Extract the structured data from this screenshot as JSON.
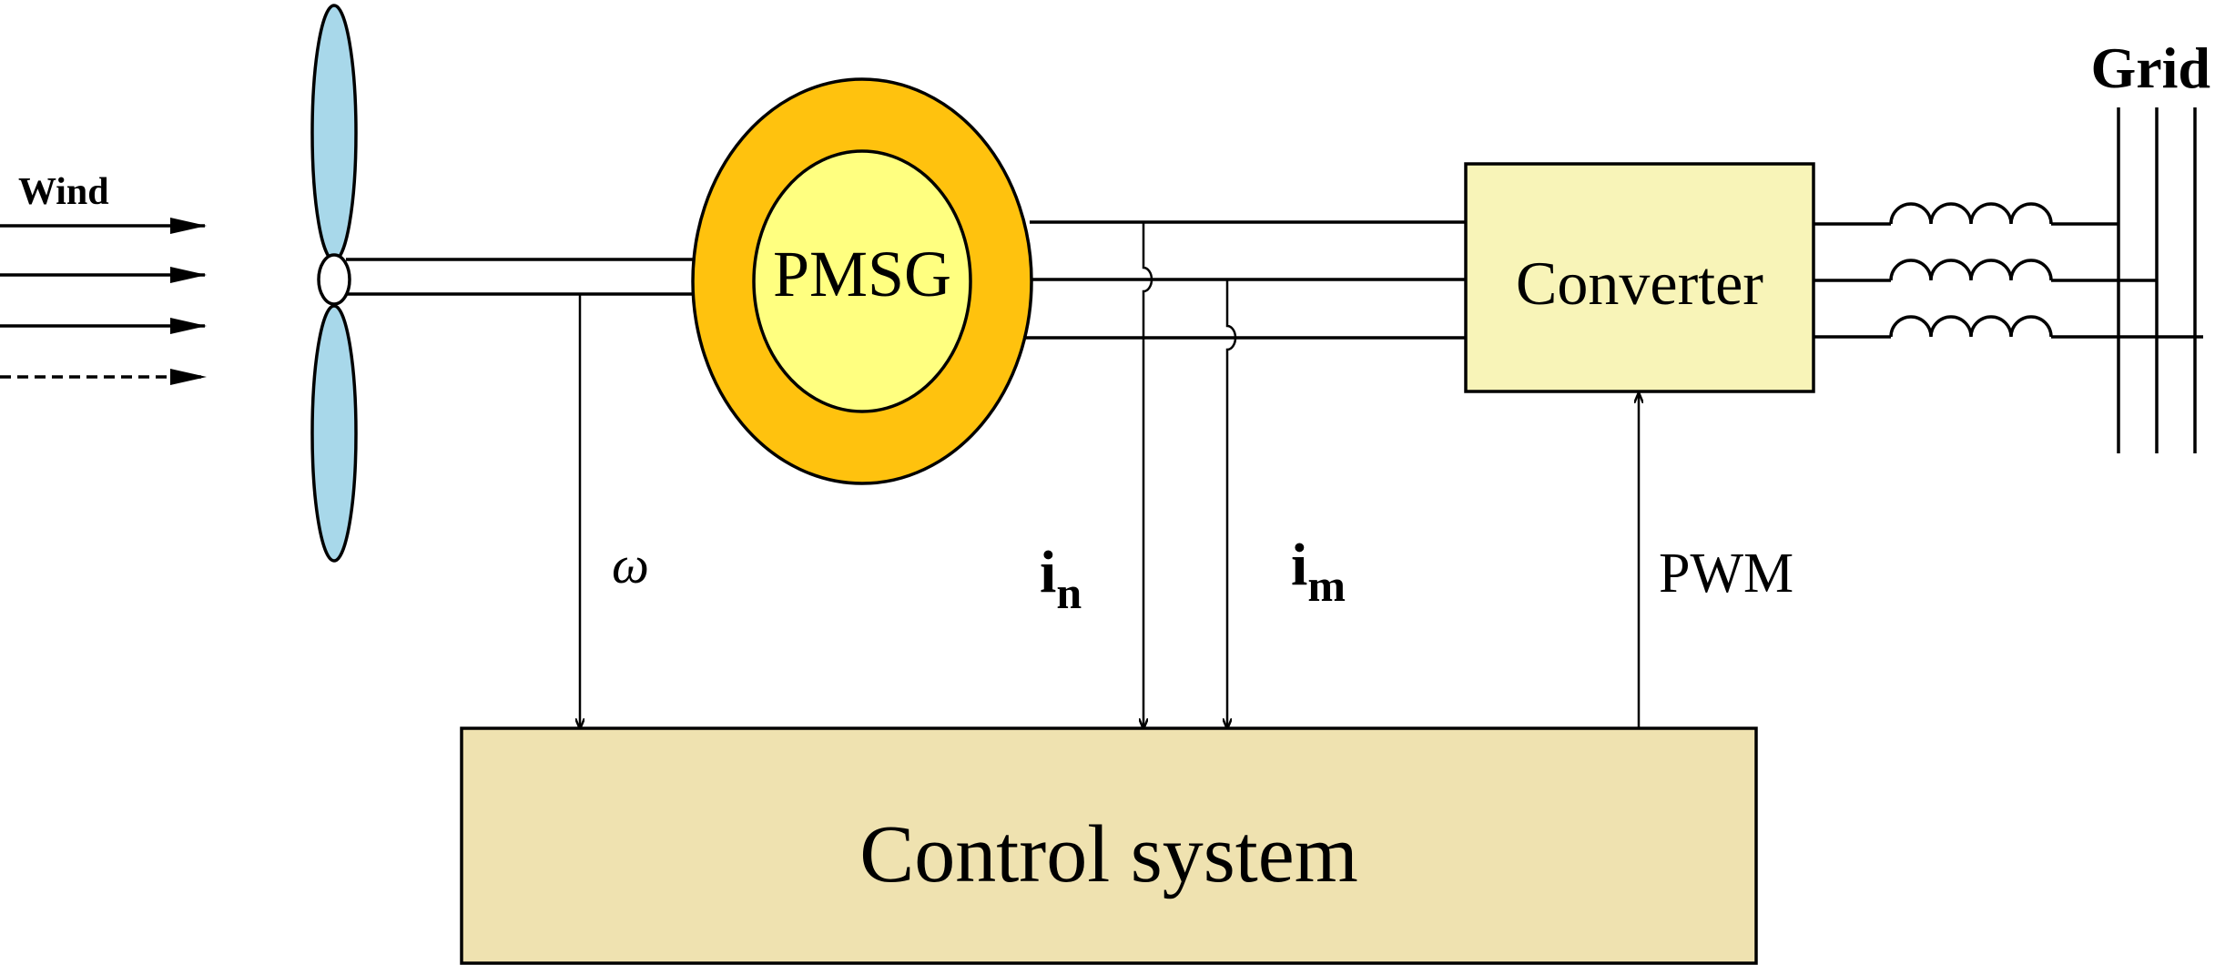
{
  "labels": {
    "wind": "Wind",
    "generator": "PMSG",
    "converter": "Converter",
    "control": "Control system",
    "grid": "Grid",
    "omega": "ω",
    "i_base_1": "i",
    "i_sub_1": "n",
    "i_base_2": "i",
    "i_sub_2": "m",
    "pwm": "PWM"
  },
  "colors": {
    "blade": "#a8d8ea",
    "rotor_outer": "#ffc20e",
    "rotor_inner": "#ffff80",
    "converter_fill": "#f8f4b8",
    "control_fill": "#efe2b0",
    "line": "#000000"
  }
}
